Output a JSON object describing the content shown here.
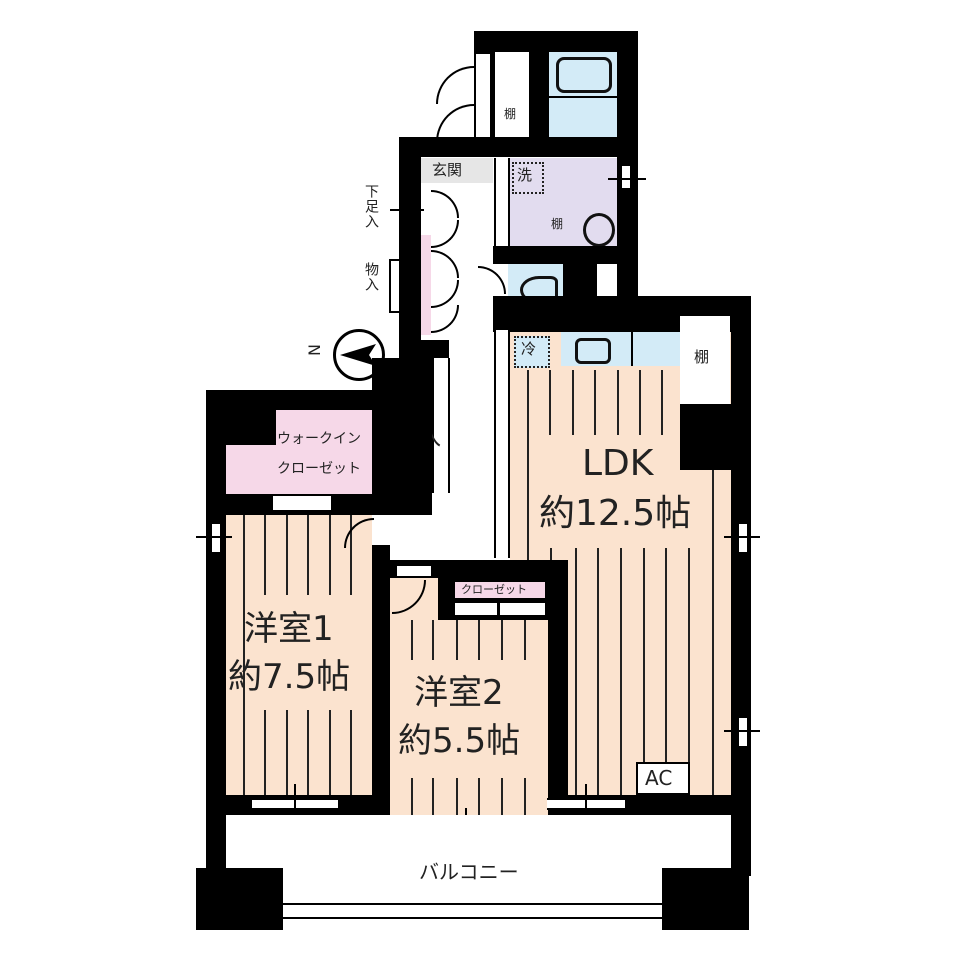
{
  "floor_plan": {
    "rooms": {
      "ldk": {
        "name": "LDK",
        "area": "約12.5帖"
      },
      "western1": {
        "name": "洋室1",
        "area": "約7.5帖"
      },
      "western2": {
        "name": "洋室2",
        "area": "約5.5帖"
      },
      "walk_in_closet": {
        "line1": "ウォークイン",
        "line2": "クローゼット"
      },
      "closet2": {
        "name": "クローゼット"
      },
      "storage_main": {
        "name": "物入"
      },
      "entrance": {
        "name": "玄関"
      },
      "balcony": {
        "name": "バルコニー"
      }
    },
    "fixtures": {
      "shelf_bath": "棚",
      "shelf_wash": "棚",
      "shelf_ldk": "棚",
      "washer": "洗",
      "fridge": "冷",
      "ac": "AC",
      "shoe_box": "下足入",
      "storage_hall": "物入"
    },
    "compass": {
      "label": "N"
    },
    "colors": {
      "wall": "#000000",
      "floor": "#fbe3cf",
      "closet": "#f6d8e8",
      "water": "#d3ebf7",
      "washroom": "#e2dcef",
      "entrance": "#e6e6e6"
    }
  }
}
